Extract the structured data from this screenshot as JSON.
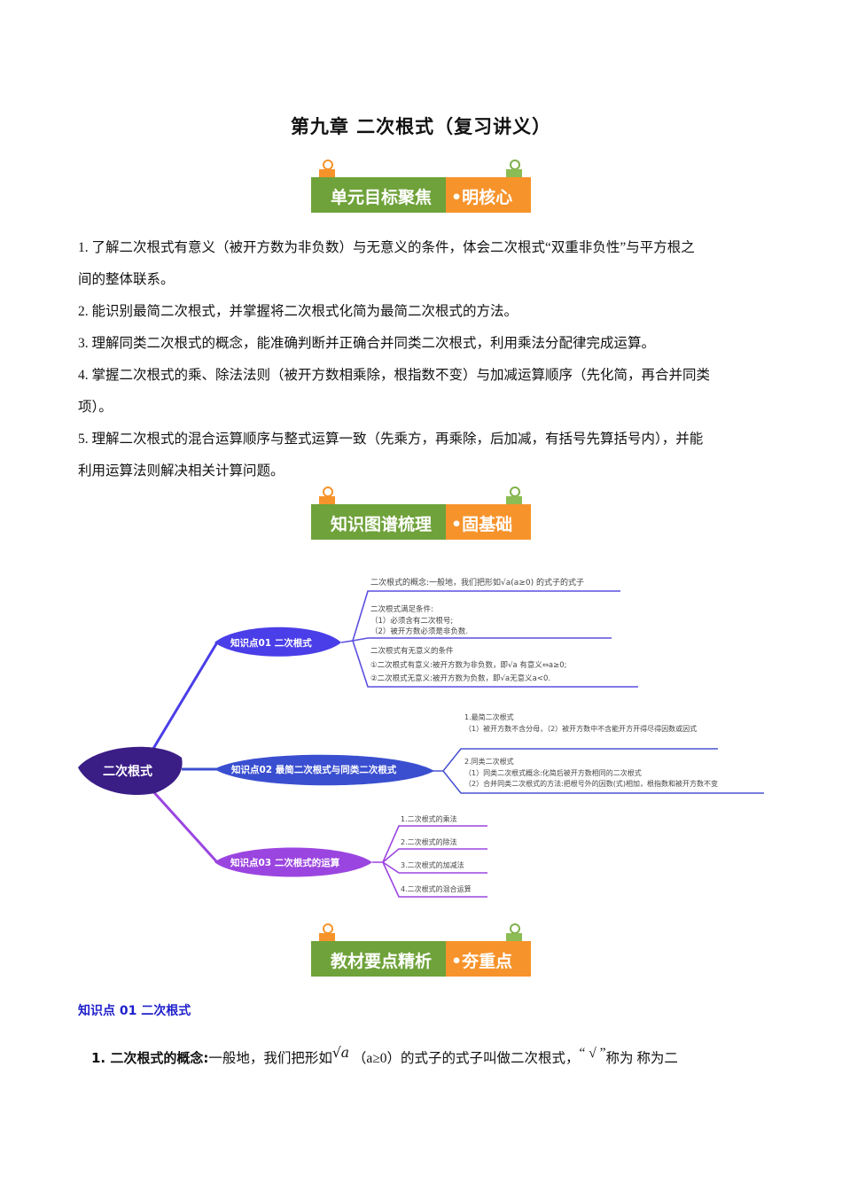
{
  "page": {
    "title": "第九章  二次根式（复习讲义）"
  },
  "banners": [
    {
      "main": "单元目标聚焦",
      "accent": "•明核心"
    },
    {
      "main": "知识图谱梳理",
      "accent": "•固基础"
    },
    {
      "main": "教材要点精析",
      "accent": "•夯重点"
    }
  ],
  "colors": {
    "banner_green": "#6fa23a",
    "banner_orange": "#f7932b",
    "root_node": "#3b1d86",
    "branch1": "#4a3ee8",
    "branch2": "#3a4fd0",
    "branch3": "#9b45e0",
    "section_title": "#1f1fcc"
  },
  "goals": [
    "1. 了解二次根式有意义（被开方数为非负数）与无意义的条件，体会二次根式“双重非负性”与平方根之",
    "间的整体联系。",
    "2. 能识别最简二次根式，并掌握将二次根式化简为最简二次根式的方法。",
    "3. 理解同类二次根式的概念，能准确判断并正确合并同类二次根式，利用乘法分配律完成运算。",
    "4. 掌握二次根式的乘、除法法则（被开方数相乘除，根指数不变）与加减运算顺序（先化简，再合并同类",
    "项）。",
    "5. 理解二次根式的混合运算顺序与整式运算一致（先乘方，再乘除，后加减，有括号先算括号内），并能",
    "利用运算法则解决相关计算问题。"
  ],
  "mindmap": {
    "root": "二次根式",
    "branches": [
      {
        "label": "知识点01 二次根式",
        "leaves": [
          [
            "二次根式的概念:一般地，我们把形如√a(a≥0) 的式子的式子"
          ],
          [
            "二次根式满足条件:",
            "（1）必须含有二次根号;",
            "（2）被开方数必须是非负数."
          ],
          [
            "二次根式有无意义的条件",
            "①二次根式有意义:被开方数为非负数，即√a 有意义⇔a≥0;",
            "②二次根式无意义:被开方数为负数，即√a无意义a<0."
          ]
        ]
      },
      {
        "label": "知识点02 最简二次根式与同类二次根式",
        "leaves": [
          [
            "1.最简二次根式",
            "（1）被开方数不含分母，（2）被开方数中不含能开方开得尽得因数或因式"
          ],
          [
            "2.同类二次根式",
            "（1）同类二次根式概念:化简后被开方数相同的二次根式",
            "（2）合并同类二次根式的方法:把根号外的因数(式)相加，根指数和被开方数不变"
          ]
        ]
      },
      {
        "label": "知识点03 二次根式的运算",
        "leaves": [
          [
            "1.二次根式的乘法"
          ],
          [
            "2.二次根式的除法"
          ],
          [
            "3.二次根式的加减法"
          ],
          [
            "4.二次根式的混合运算"
          ]
        ]
      }
    ]
  },
  "section": {
    "title": "知识点 01  二次根式",
    "concept_label": "1. 二次根式的概念",
    "concept_colon": ":",
    "concept_text_1": "一般地，我们把形如",
    "radical": "√a",
    "concept_text_2": "（a≥0）的式子的式子叫做二次根式，",
    "quote_symbol": "“ √ ”",
    "concept_text_3": "称为  称为二"
  }
}
